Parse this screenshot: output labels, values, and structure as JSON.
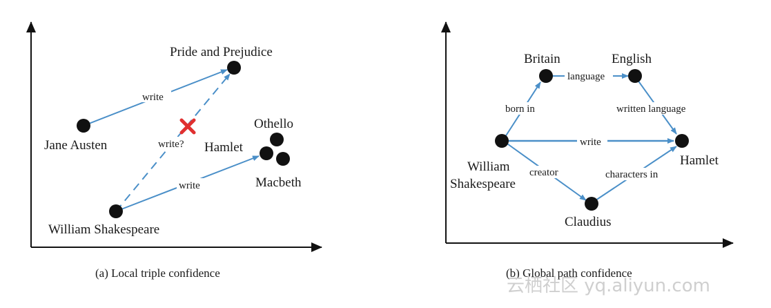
{
  "panel_a": {
    "caption": "(a) Local triple confidence",
    "nodes": {
      "pride": "Pride and Prejudice",
      "austen": "Jane Austen",
      "othello": "Othello",
      "hamlet": "Hamlet",
      "macbeth": "Macbeth",
      "shakespeare": "William Shakespeare"
    },
    "edges": {
      "austen_write": "write",
      "shakespeare_question": "write?",
      "shakespeare_write": "write"
    }
  },
  "panel_b": {
    "caption": "(b) Global path confidence",
    "nodes": {
      "britain": "Britain",
      "english": "English",
      "william": "William",
      "shakespeare": "Shakespeare",
      "hamlet": "Hamlet",
      "claudius": "Claudius"
    },
    "edges": {
      "born_in": "born in",
      "language": "language",
      "written_language": "written language",
      "write": "write",
      "creator": "creator",
      "characters_in": "characters in"
    }
  },
  "watermark": "云栖社区 yq.aliyun.com",
  "colors": {
    "arrow": "#4a8fc8",
    "node": "#111111",
    "cross": "#e03030",
    "axis": "#111111"
  }
}
